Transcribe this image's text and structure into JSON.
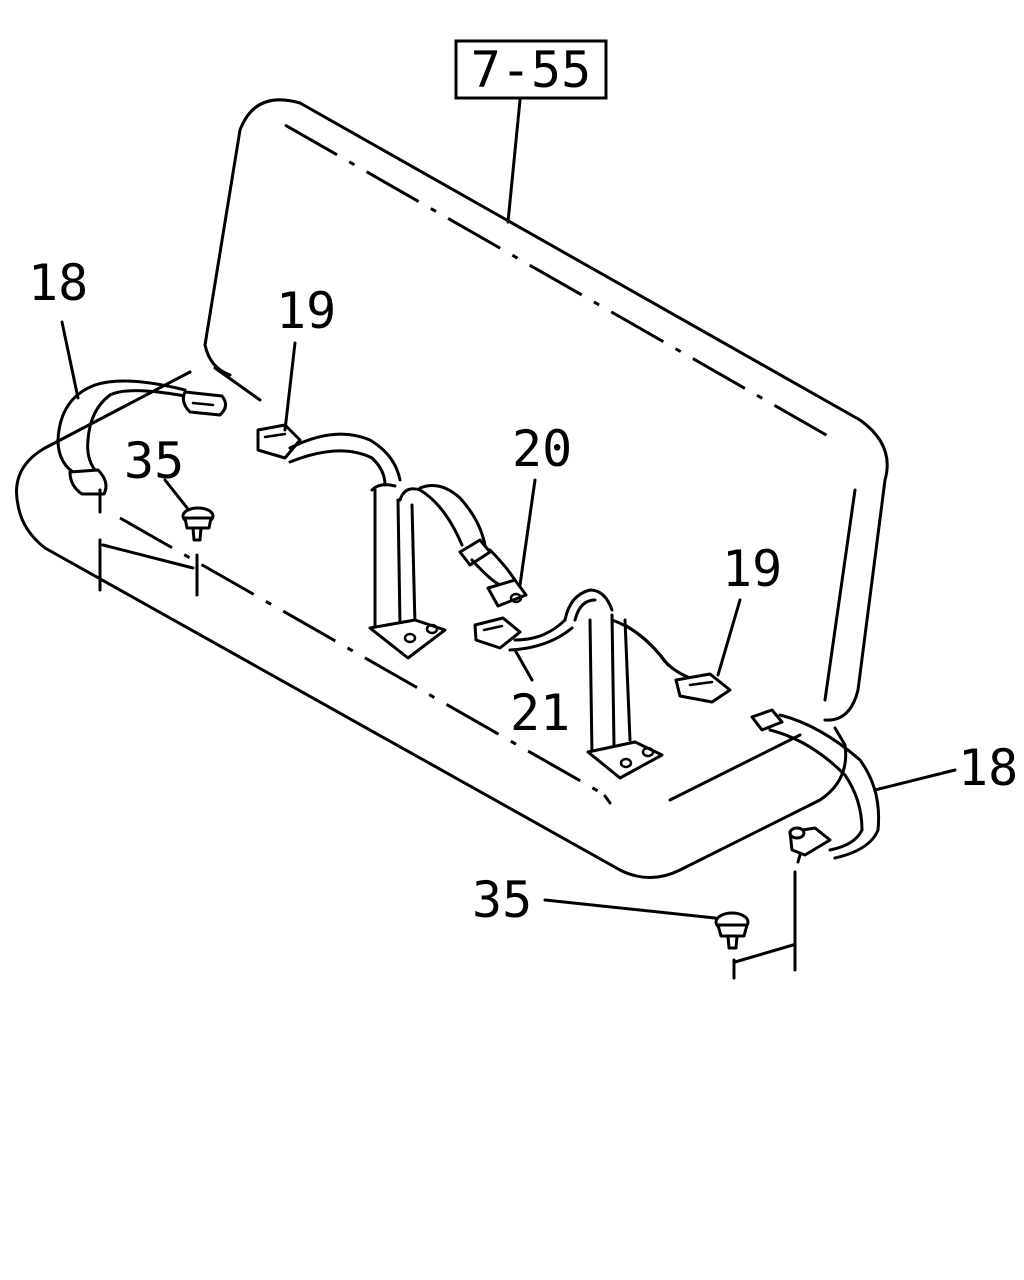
{
  "callouts": {
    "ref_box": "7-55",
    "belt_left": "18",
    "belt_right": "18",
    "buckle_left": "19",
    "buckle_right": "19",
    "latch_center": "20",
    "latch_lower": "21",
    "clip_left": "35",
    "clip_right": "35"
  }
}
